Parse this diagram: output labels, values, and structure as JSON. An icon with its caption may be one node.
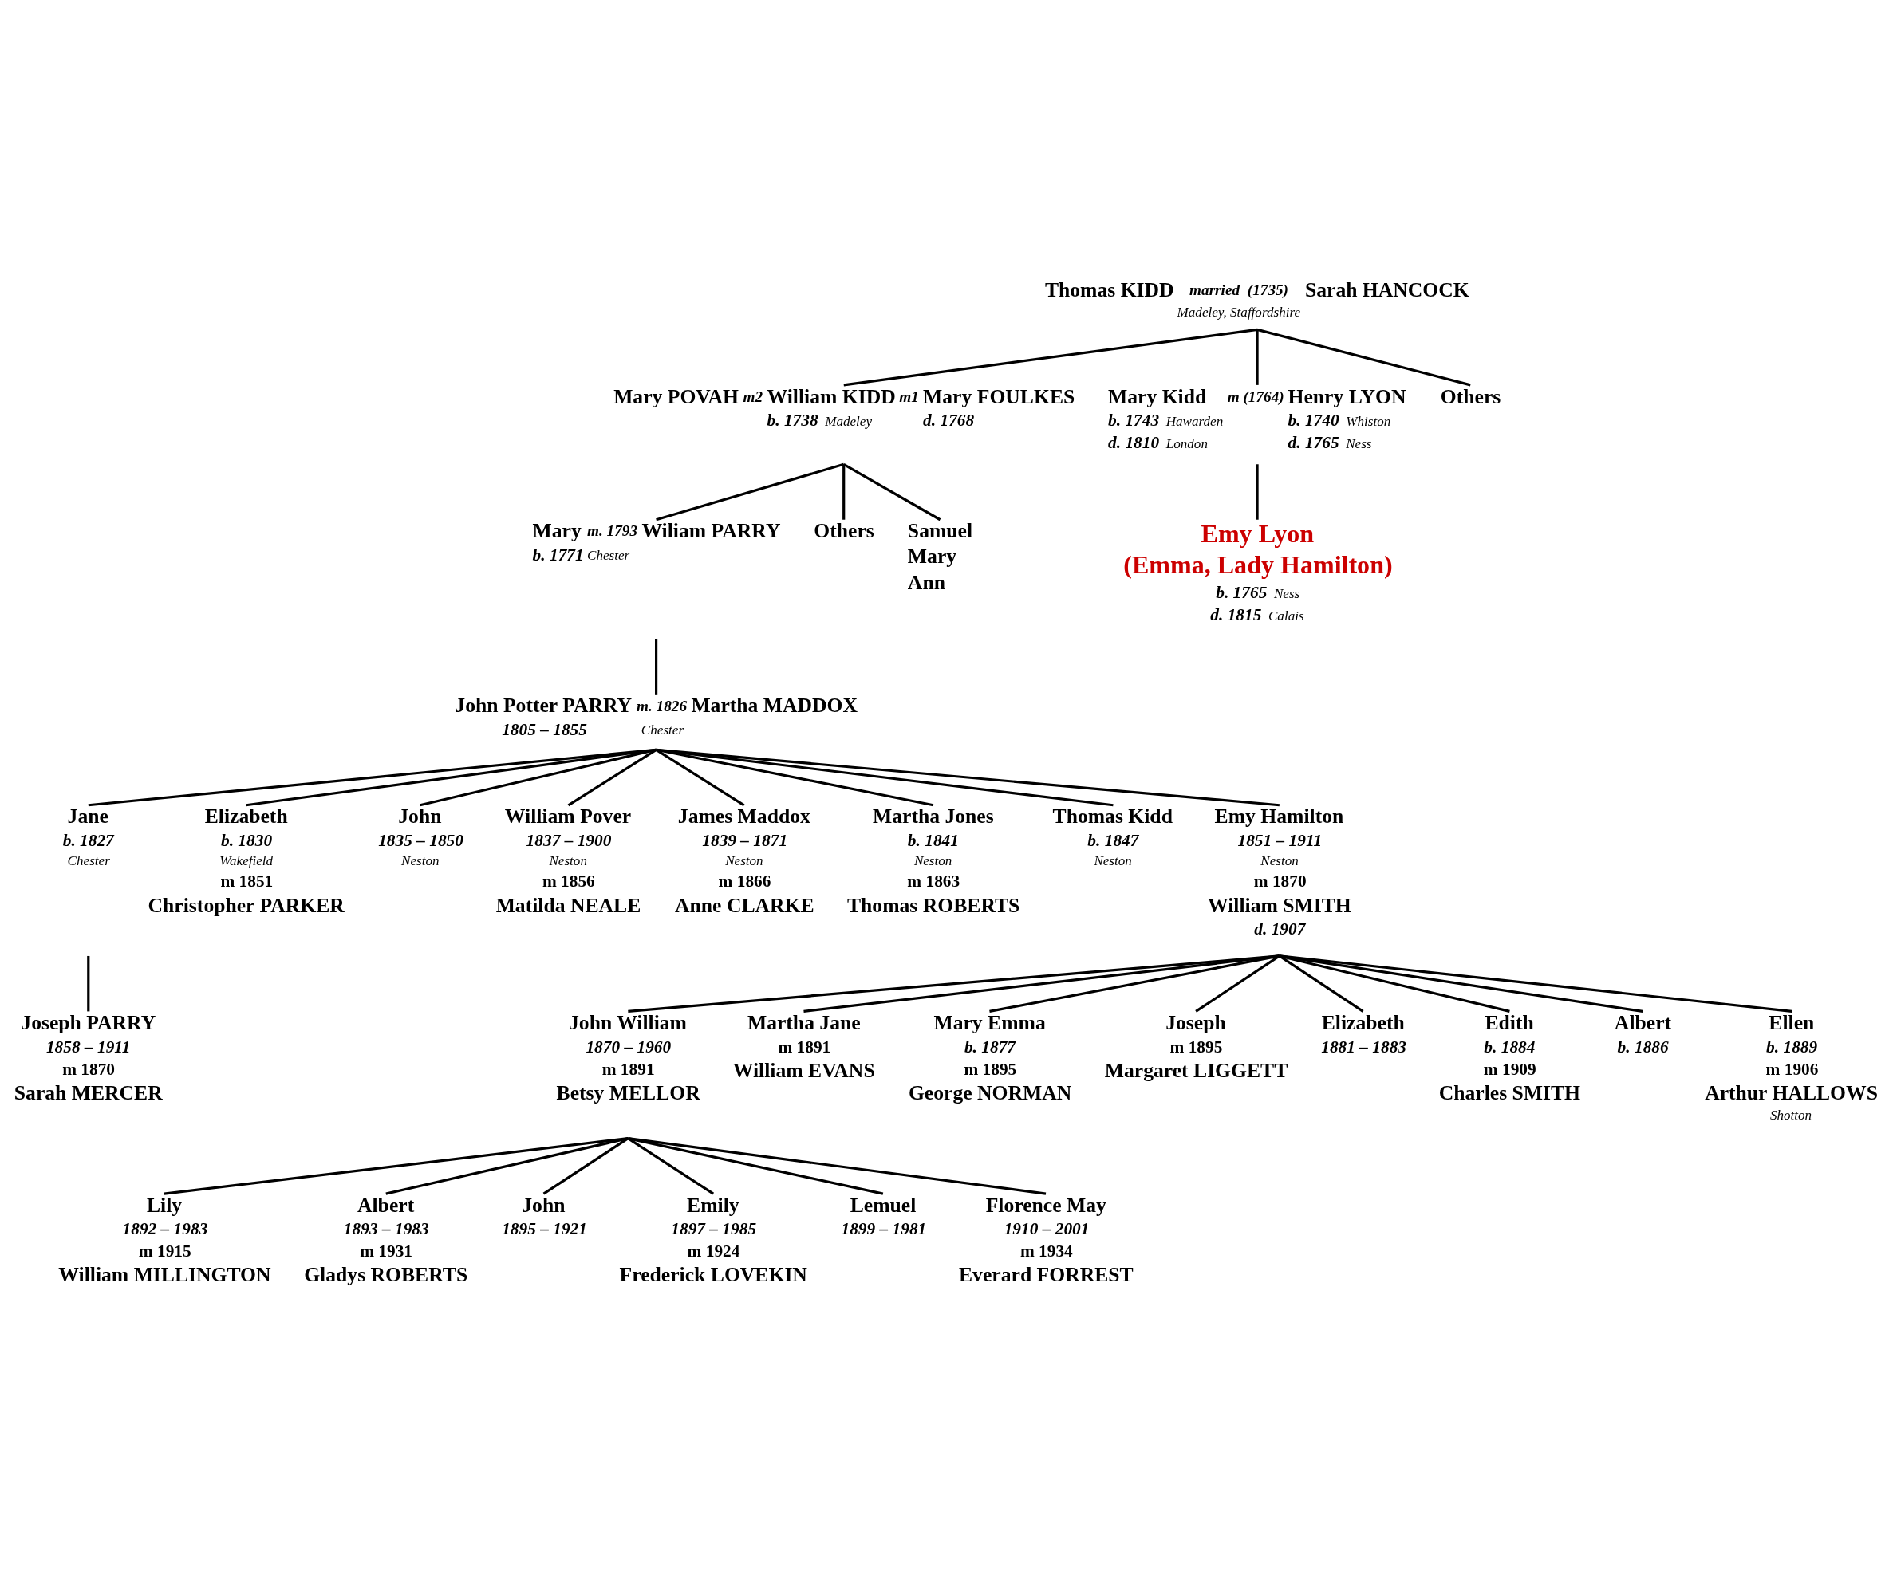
{
  "diagram": {
    "nodes": [
      {
        "text": [
          "Thomas KIDD",
          "married",
          "(1735)",
          "Sarah HANCOCK",
          "Madeley, Staffordshire"
        ]
      },
      {
        "text": [
          "Mary POVAH",
          "m2",
          "William KIDD",
          "m1",
          "Mary FOULKES",
          "b. 1738",
          "Madeley",
          "d. 1768"
        ]
      },
      {
        "text": [
          "Mary Kidd",
          "m (1764)",
          "Henry LYON",
          "b. 1743",
          "Hawarden",
          "b. 1740",
          "Whiston",
          "d. 1810",
          "London",
          "d. 1765",
          "Ness"
        ]
      },
      {
        "text": [
          "Others"
        ]
      },
      {
        "text": [
          "Mary",
          "m. 1793",
          "Wiliam PARRY",
          "b. 1771",
          "Chester"
        ]
      },
      {
        "text": [
          "Others"
        ]
      },
      {
        "text": [
          "Samuel",
          "Mary",
          "Ann"
        ]
      },
      {
        "text": [
          "Emy Lyon",
          "(Emma, Lady Hamilton)",
          "b. 1765",
          "Ness",
          "d. 1815",
          "Calais"
        ]
      },
      {
        "text": [
          "John Potter PARRY",
          "m. 1826",
          "Martha MADDOX",
          "1805 – 1855",
          "Chester"
        ]
      },
      {
        "text": [
          "Jane",
          "b. 1827",
          "Chester"
        ]
      },
      {
        "text": [
          "Elizabeth",
          "b. 1830",
          "Wakefield",
          "m 1851",
          "Christopher PARKER"
        ]
      },
      {
        "text": [
          "John",
          "1835 – 1850",
          "Neston"
        ]
      },
      {
        "text": [
          "William Pover",
          "1837 – 1900",
          "Neston",
          "m 1856",
          "Matilda NEALE"
        ]
      },
      {
        "text": [
          "James Maddox",
          "1839 – 1871",
          "Neston",
          "m 1866",
          "Anne CLARKE"
        ]
      },
      {
        "text": [
          "Martha Jones",
          "b. 1841",
          "Neston",
          "m 1863",
          "Thomas ROBERTS"
        ]
      },
      {
        "text": [
          "Thomas Kidd",
          "b. 1847",
          "Neston"
        ]
      },
      {
        "text": [
          "Emy Hamilton",
          "1851 – 1911",
          "Neston",
          "m 1870",
          "William SMITH",
          "d. 1907"
        ]
      },
      {
        "text": [
          "Joseph PARRY",
          "1858 – 1911",
          "m 1870",
          "Sarah MERCER"
        ]
      },
      {
        "text": [
          "John William",
          "1870 – 1960",
          "m 1891",
          "Betsy MELLOR"
        ]
      },
      {
        "text": [
          "Martha Jane",
          "m 1891",
          "William EVANS"
        ]
      },
      {
        "text": [
          "Mary Emma",
          "b. 1877",
          "m 1895",
          "George NORMAN"
        ]
      },
      {
        "text": [
          "Joseph",
          "m 1895",
          "Margaret LIGGETT"
        ]
      },
      {
        "text": [
          "Elizabeth",
          "1881 – 1883"
        ]
      },
      {
        "text": [
          "Edith",
          "b. 1884",
          "m 1909",
          "Charles SMITH"
        ]
      },
      {
        "text": [
          "Albert",
          "b. 1886"
        ]
      },
      {
        "text": [
          "Ellen",
          "b. 1889",
          "m 1906",
          "Arthur HALLOWS",
          "Shotton"
        ]
      },
      {
        "text": [
          "Lily",
          "1892 – 1983",
          "m 1915",
          "William MILLINGTON"
        ]
      },
      {
        "text": [
          "Albert",
          "1893 – 1983",
          "m 1931",
          "Gladys ROBERTS"
        ]
      },
      {
        "text": [
          "John",
          "1895 – 1921"
        ]
      },
      {
        "text": [
          "Emily",
          "1897 – 1985",
          "m 1924",
          "Frederick LOVEKIN"
        ]
      },
      {
        "text": [
          "Lemuel",
          "1899 – 1981"
        ]
      },
      {
        "text": [
          "Florence May",
          "1910 – 2001",
          "m 1934",
          "Everard FORREST"
        ]
      }
    ],
    "edges": [
      {
        "from": 0,
        "to": 1,
        "arrow": "none"
      },
      {
        "from": 0,
        "to": 2,
        "arrow": "none"
      },
      {
        "from": 0,
        "to": 3,
        "arrow": "none"
      },
      {
        "from": 1,
        "to": 4,
        "arrow": "none"
      },
      {
        "from": 1,
        "to": 5,
        "arrow": "none"
      },
      {
        "from": 1,
        "to": 6,
        "arrow": "none"
      },
      {
        "from": 2,
        "to": 7,
        "arrow": "none"
      },
      {
        "from": 4,
        "to": 8,
        "arrow": "none"
      },
      {
        "from": 8,
        "to": 9,
        "arrow": "none"
      },
      {
        "from": 8,
        "to": 10,
        "arrow": "none"
      },
      {
        "from": 8,
        "to": 11,
        "arrow": "none"
      },
      {
        "from": 8,
        "to": 12,
        "arrow": "none"
      },
      {
        "from": 8,
        "to": 13,
        "arrow": "none"
      },
      {
        "from": 8,
        "to": 14,
        "arrow": "none"
      },
      {
        "from": 8,
        "to": 15,
        "arrow": "none"
      },
      {
        "from": 8,
        "to": 16,
        "arrow": "none"
      },
      {
        "from": 9,
        "to": 17,
        "arrow": "none"
      },
      {
        "from": 16,
        "to": 18,
        "arrow": "none"
      },
      {
        "from": 16,
        "to": 19,
        "arrow": "none"
      },
      {
        "from": 16,
        "to": 20,
        "arrow": "none"
      },
      {
        "from": 16,
        "to": 21,
        "arrow": "none"
      },
      {
        "from": 16,
        "to": 22,
        "arrow": "none"
      },
      {
        "from": 16,
        "to": 23,
        "arrow": "none"
      },
      {
        "from": 16,
        "to": 24,
        "arrow": "none"
      },
      {
        "from": 16,
        "to": 25,
        "arrow": "none"
      },
      {
        "from": 18,
        "to": 26,
        "arrow": "none"
      },
      {
        "from": 18,
        "to": 27,
        "arrow": "none"
      },
      {
        "from": 18,
        "to": 28,
        "arrow": "none"
      },
      {
        "from": 18,
        "to": 29,
        "arrow": "none"
      },
      {
        "from": 18,
        "to": 30,
        "arrow": "none"
      },
      {
        "from": 18,
        "to": 31,
        "arrow": "none"
      }
    ]
  }
}
